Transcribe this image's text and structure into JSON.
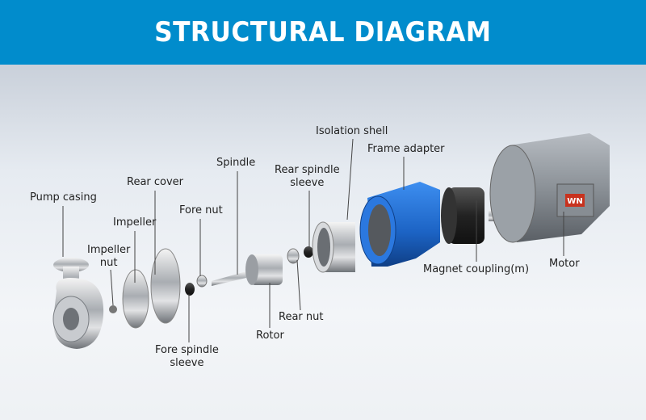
{
  "title": "STRUCTURAL DIAGRAM",
  "labels": {
    "pump_casing": "Pump casing",
    "impeller_nut_1": "Impeller",
    "impeller_nut_2": "nut",
    "impeller": "Impeller",
    "rear_cover": "Rear cover",
    "fore_nut": "Fore nut",
    "spindle": "Spindle",
    "rear_spindle_sleeve_1": "Rear spindle",
    "rear_spindle_sleeve_2": "sleeve",
    "isolation_shell": "Isolation shell",
    "frame_adapter": "Frame adapter",
    "magnet_coupling": "Magnet coupling(m)",
    "motor": "Motor",
    "rear_nut": "Rear nut",
    "rotor": "Rotor",
    "fore_spindle_sleeve_1": "Fore spindle",
    "fore_spindle_sleeve_2": "sleeve"
  },
  "motor_badge": "WN",
  "colors": {
    "header": "#018ccc",
    "adapter": "#1f6fd0"
  }
}
